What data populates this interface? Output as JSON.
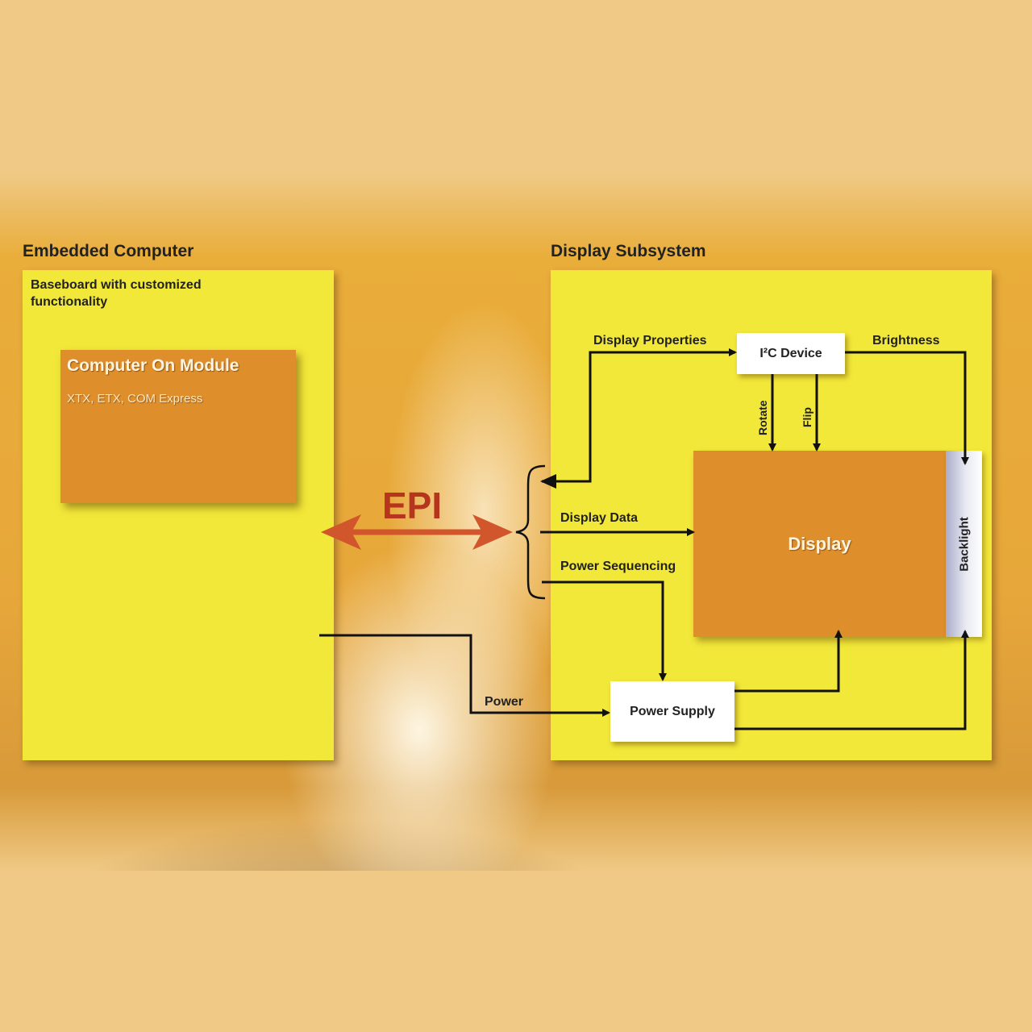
{
  "left": {
    "heading": "Embedded Computer",
    "note_line1": "Baseboard with customized",
    "note_line2": "functionality",
    "module_title": "Computer On Module",
    "module_sub": "XTX, ETX, COM Express"
  },
  "right": {
    "heading": "Display Subsystem",
    "i2c_device": "I²C Device",
    "display": "Display",
    "backlight": "Backlight",
    "power_supply": "Power Supply"
  },
  "labels": {
    "epi": "EPI",
    "display_properties": "Display Properties",
    "brightness": "Brightness",
    "rotate": "Rotate",
    "flip": "Flip",
    "display_data": "Display Data",
    "power_sequencing": "Power Sequencing",
    "power": "Power"
  },
  "colors": {
    "panel": "#f2e839",
    "module": "#de8e2b",
    "epi_arrow": "#d2562c",
    "epi_text": "#b5361c"
  }
}
